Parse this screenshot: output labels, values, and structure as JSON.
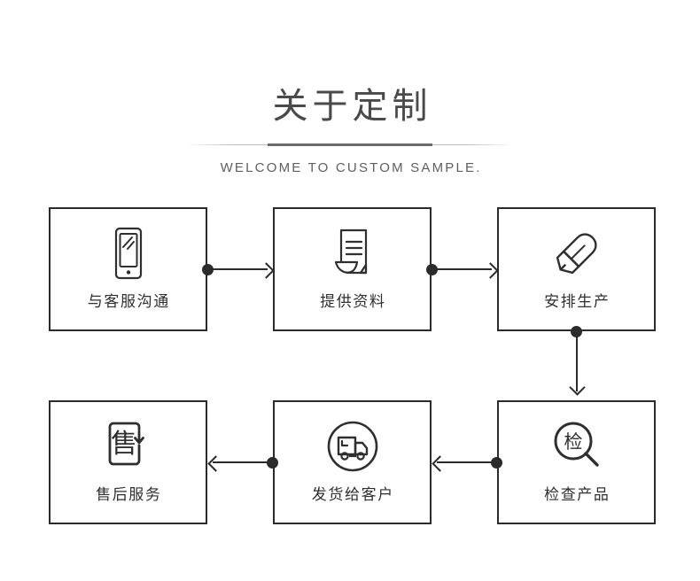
{
  "header": {
    "title": "关于定制",
    "subtitle": "WELCOME TO CUSTOM SAMPLE.",
    "title_color": "#4a4a4a",
    "subtitle_color": "#5f5f5f",
    "divider_color": "#6b6b6b"
  },
  "flow": {
    "box_border_color": "#2b2b2b",
    "label_color": "#2f2f2f",
    "connector_color": "#2b2b2b",
    "steps": [
      {
        "id": "step-1",
        "label": "与客服沟通",
        "icon": "smartphone-icon",
        "row": 1,
        "col": 1
      },
      {
        "id": "step-2",
        "label": "提供资料",
        "icon": "document-icon",
        "row": 1,
        "col": 2
      },
      {
        "id": "step-3",
        "label": "安排生产",
        "icon": "pencil-icon",
        "row": 1,
        "col": 3
      },
      {
        "id": "step-4",
        "label": "检查产品",
        "icon": "magnifier-inspect-icon",
        "icon_char": "检",
        "row": 2,
        "col": 3
      },
      {
        "id": "step-5",
        "label": "发货给客户",
        "icon": "delivery-truck-icon",
        "row": 2,
        "col": 2
      },
      {
        "id": "step-6",
        "label": "售后服务",
        "icon": "after-sales-icon",
        "icon_char": "售",
        "row": 2,
        "col": 1
      }
    ],
    "connectors": [
      {
        "id": "conn-1",
        "from": "step-1",
        "to": "step-2",
        "direction": "right"
      },
      {
        "id": "conn-2",
        "from": "step-2",
        "to": "step-3",
        "direction": "right"
      },
      {
        "id": "conn-3",
        "from": "step-3",
        "to": "step-4",
        "direction": "down"
      },
      {
        "id": "conn-4",
        "from": "step-4",
        "to": "step-5",
        "direction": "left"
      },
      {
        "id": "conn-5",
        "from": "step-5",
        "to": "step-6",
        "direction": "left"
      }
    ]
  }
}
